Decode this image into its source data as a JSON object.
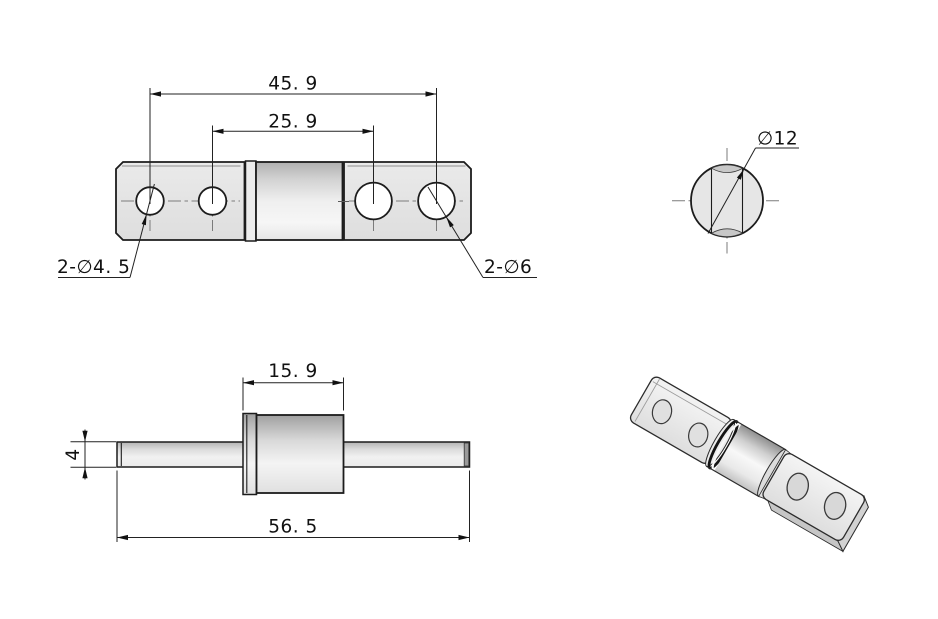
{
  "title": "part-engineering-drawing",
  "front_view": {
    "dim_outer_holes": "45. 9",
    "dim_inner_holes": "25. 9",
    "label_small_holes": "2-∅4. 5",
    "label_large_holes": "2-∅6"
  },
  "end_view": {
    "label_diameter": "∅12"
  },
  "profile_view": {
    "dim_boss_length": "15. 9",
    "dim_total_length": "56. 5",
    "dim_shaft_thickness": "4"
  },
  "colors": {
    "background": "#ffffff",
    "outline": "#1c1c1c",
    "fill_light": "#e7e7e7",
    "fill_shadow": "#9a9a9a",
    "centerline": "#7b7b7b"
  }
}
